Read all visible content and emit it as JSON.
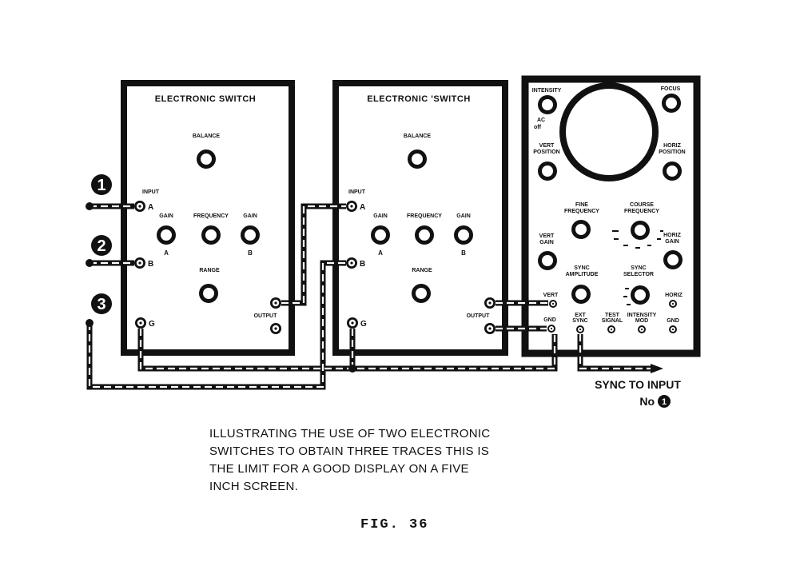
{
  "switch1": {
    "title": "ELECTRONIC  SWITCH",
    "balance": "BALANCE",
    "input": "INPUT",
    "terminal_a": "A",
    "terminal_b": "B",
    "terminal_g": "G",
    "gain_a": "GAIN",
    "frequency": "FREQUENCY",
    "gain_b": "GAIN",
    "gain_a_sub": "A",
    "gain_b_sub": "B",
    "range": "RANGE",
    "output": "OUTPUT"
  },
  "switch2": {
    "title": "ELECTRONIC 'SWITCH",
    "balance": "BALANCE",
    "input": "INPUT",
    "terminal_a": "A",
    "terminal_b": "B",
    "terminal_g": "G",
    "gain_a": "GAIN",
    "frequency": "FREQUENCY",
    "gain_b": "GAIN",
    "gain_a_sub": "A",
    "gain_b_sub": "B",
    "range": "RANGE",
    "output": "OUTPUT"
  },
  "scope": {
    "intensity": "INTENSITY",
    "focus": "FOCUS",
    "ac": "AC",
    "off": "off",
    "vert_position_1": "VERT",
    "vert_position_2": "POSITION",
    "horiz_position_1": "HORIZ",
    "horiz_position_2": "POSITION",
    "fine_frequency_1": "FINE",
    "fine_frequency_2": "FREQUENCY",
    "course_frequency_1": "COURSE",
    "course_frequency_2": "FREQUENCY",
    "vert_gain_1": "VERT",
    "vert_gain_2": "GAIN",
    "horiz_gain_1": "HORIZ",
    "horiz_gain_2": "GAIN",
    "sync_amplitude_1": "SYNC",
    "sync_amplitude_2": "AMPLITUDE",
    "sync_selector_1": "SYNC",
    "sync_selector_2": "SELECTOR",
    "vert": "VERT",
    "horiz": "HORIZ",
    "gnd": "GND",
    "ext_sync_1": "EXT",
    "ext_sync_2": "SYNC",
    "test_signal_1": "TEST",
    "test_signal_2": "SIGNAL",
    "intensity_mod_1": "INTENSITY",
    "intensity_mod_2": "MOD",
    "gnd2": "GND"
  },
  "markers": {
    "one": "1",
    "two": "2",
    "three": "3"
  },
  "sync_to_input": {
    "line1": "SYNC TO INPUT",
    "line2": "No",
    "marker": "1"
  },
  "caption": [
    "ILLUSTRATING THE USE OF TWO ELECTRONIC",
    "SWITCHES TO OBTAIN THREE TRACES THIS IS",
    "THE LIMIT FOR A GOOD DISPLAY ON A FIVE",
    "INCH SCREEN."
  ],
  "figure": "FIG. 36"
}
